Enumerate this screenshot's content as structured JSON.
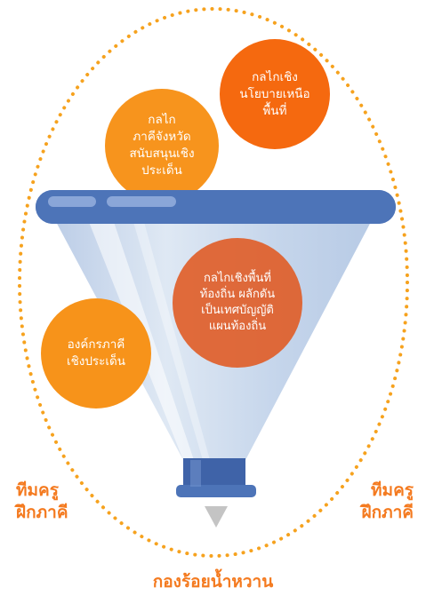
{
  "diagram": {
    "circles": {
      "policy": "กลไกเชิง\nนโยบายเหนือ\nพื้นที่",
      "province": "กลไก\nภาคีจังหวัด\nสนับสนุนเชิง\nประเด็น",
      "local": "กลไกเชิงพื้นที่\nท้องถิ่น ผลักดัน\nเป็นเทศบัญญัติ\nแผนท้องถิ่น",
      "organization": "องค์กรภาคี\nเชิงประเด็น"
    },
    "side_label_left": "ทีมครู\nฝึกภาคี",
    "side_label_right": "ทีมครู\nฝึกภาคี",
    "bottom_label": "กองร้อยน้ำหวาน"
  },
  "colors": {
    "funnel_rim": "#4d74b8",
    "funnel_body": "#c5d5ea",
    "funnel_spout": "#3f63a8",
    "dotted_ellipse": "#f6a21e",
    "orange_dark": "#f5690f",
    "orange_light": "#f7941d",
    "label_text": "#f47a1f"
  }
}
